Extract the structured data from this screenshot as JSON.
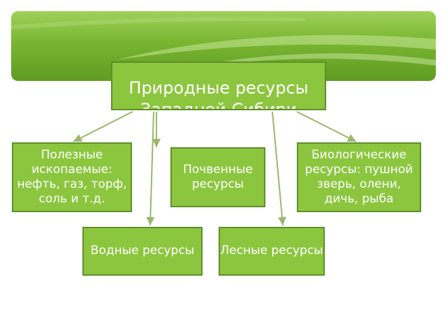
{
  "diagram": {
    "root": {
      "label": "Природные ресурсы Западной Сибири"
    },
    "nodes": [
      {
        "id": "minerals",
        "label": "Полезные ископаемые: нефть, газ, торф, соль и т.д."
      },
      {
        "id": "soil",
        "label": "Почвенные ресурсы"
      },
      {
        "id": "bio",
        "label": "Биологические ресурсы: пушной зверь, олени, дичь, рыба"
      },
      {
        "id": "water",
        "label": "Водные ресурсы"
      },
      {
        "id": "forest",
        "label": "Лесные ресурсы"
      }
    ],
    "colors": {
      "box_fill": "#8cc63f",
      "box_border": "#5f8f2a",
      "arrow": "#9ab86a",
      "banner": "#79b531"
    }
  }
}
